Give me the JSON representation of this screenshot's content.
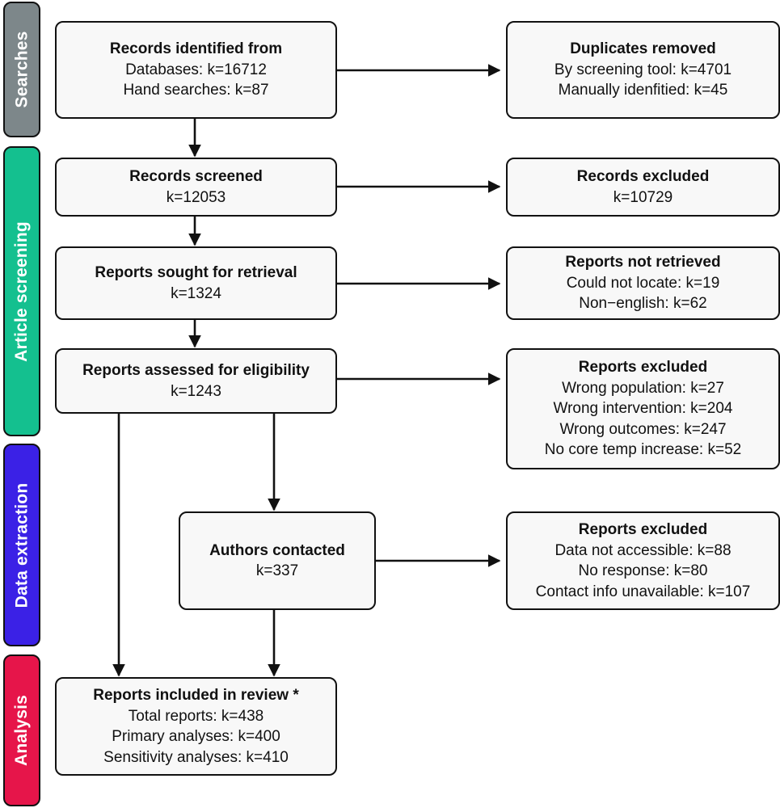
{
  "phases": {
    "searches": {
      "label": "Searches",
      "color": "#7d878a"
    },
    "screening": {
      "label": "Article screening",
      "color": "#14c08f"
    },
    "extraction": {
      "label": "Data extraction",
      "color": "#3b21e6"
    },
    "analysis": {
      "label": "Analysis",
      "color": "#e6154a"
    }
  },
  "boxes": {
    "identified": {
      "title": "Records identified from",
      "lines": [
        "Databases: k=16712",
        "Hand searches: k=87"
      ]
    },
    "duplicates": {
      "title": "Duplicates removed",
      "lines": [
        "By screening tool: k=4701",
        "Manually idenfitied: k=45"
      ]
    },
    "screened": {
      "title": "Records screened",
      "lines": [
        "k=12053"
      ]
    },
    "records_excluded": {
      "title": "Records excluded",
      "lines": [
        "k=10729"
      ]
    },
    "sought": {
      "title": "Reports sought for retrieval",
      "lines": [
        "k=1324"
      ]
    },
    "not_retrieved": {
      "title": "Reports not retrieved",
      "lines": [
        "Could not locate: k=19",
        "Non−english: k=62"
      ]
    },
    "assessed": {
      "title": "Reports assessed for eligibility",
      "lines": [
        "k=1243"
      ]
    },
    "excluded_eligibility": {
      "title": "Reports excluded",
      "lines": [
        "Wrong population: k=27",
        "Wrong intervention: k=204",
        "Wrong outcomes: k=247",
        "No core temp increase: k=52"
      ]
    },
    "authors": {
      "title": "Authors contacted",
      "lines": [
        "k=337"
      ]
    },
    "excluded_authors": {
      "title": "Reports excluded",
      "lines": [
        "Data not accessible: k=88",
        "No response: k=80",
        "Contact info unavailable: k=107"
      ]
    },
    "included": {
      "title": "Reports included in review *",
      "lines": [
        "Total reports: k=438",
        "Primary analyses: k=400",
        "Sensitivity analyses: k=410"
      ]
    }
  }
}
